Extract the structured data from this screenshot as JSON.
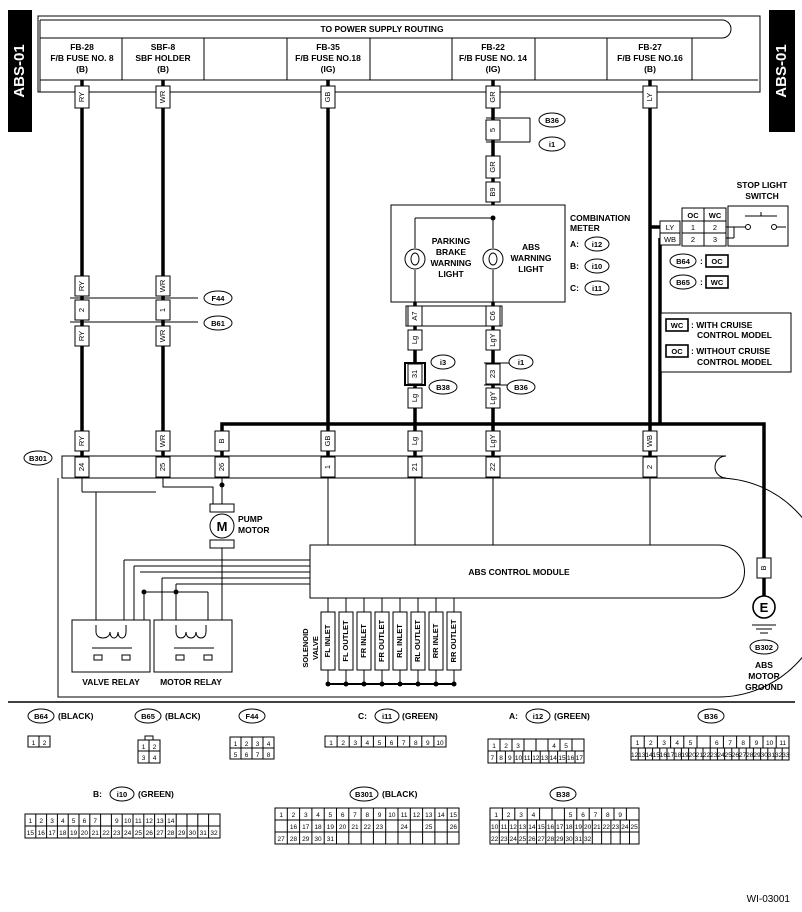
{
  "side_tab": "ABS-01",
  "top_header": "TO POWER SUPPLY ROUTING",
  "fuses": [
    {
      "line1": "FB-28",
      "line2": "F/B FUSE NO. 8",
      "line3": "(B)"
    },
    {
      "line1": "SBF-8",
      "line2": "SBF HOLDER",
      "line3": "(B)"
    },
    {
      "line1": "FB-35",
      "line2": "F/B FUSE NO.18",
      "line3": "(IG)"
    },
    {
      "line1": "FB-22",
      "line2": "F/B FUSE NO. 14",
      "line3": "(IG)"
    },
    {
      "line1": "FB-27",
      "line2": "F/B FUSE NO.16",
      "line3": "(B)"
    }
  ],
  "wires": {
    "ry": "RY",
    "wr": "WR",
    "gb": "GB",
    "gr": "GR",
    "ly": "LY",
    "lg": "Lg",
    "lgy": "LgY",
    "b": "B",
    "wb": "WB"
  },
  "connectors": {
    "b36": "B36",
    "i1": "i1",
    "f44": "F44",
    "b61": "B61",
    "i3": "i3",
    "b38": "B38",
    "b301": "B301",
    "b302": "B302",
    "b64": "B64",
    "b65": "B65",
    "i12": "i12",
    "i10": "i10",
    "i11": "i11"
  },
  "pins": {
    "p5": "5",
    "b9": "B9",
    "p2": "2",
    "p1": "1",
    "a7": "A7",
    "c6": "C6",
    "p31": "31",
    "p23": "23",
    "p24": "24",
    "p25": "25",
    "p26": "26",
    "p21": "21",
    "p22": "22"
  },
  "combination_meter": {
    "title1": "COMBINATION",
    "title2": "METER",
    "a": "A:",
    "b": "B:",
    "c": "C:",
    "parking1": "PARKING",
    "parking2": "BRAKE",
    "parking3": "WARNING",
    "parking4": "LIGHT",
    "abs1": "ABS",
    "abs2": "WARNING",
    "abs3": "LIGHT"
  },
  "stop_light": {
    "title1": "STOP LIGHT",
    "title2": "SWITCH",
    "oc": "OC",
    "wc": "WC",
    "r1a": "1",
    "r1b": "2",
    "r2a": "2",
    "r2b": "3"
  },
  "legend": {
    "wc_key": "WC",
    "wc_text1": ": WITH CRUISE",
    "wc_text2": "CONTROL MODEL",
    "oc_key": "OC",
    "oc_text1": ": WITHOUT CRUISE",
    "oc_text2": "CONTROL MODEL"
  },
  "module": {
    "title": "ABS CONTROL MODULE",
    "pump1": "PUMP",
    "pump2": "MOTOR",
    "m": "M",
    "valve_relay": "VALVE RELAY",
    "motor_relay": "MOTOR RELAY",
    "solenoid1": "SOLENOID",
    "solenoid2": "VALVE",
    "valves": [
      "FL INLET",
      "FL OUTLET",
      "FR INLET",
      "FR OUTLET",
      "RL INLET",
      "RL OUTLET",
      "RR INLET",
      "RR OUTLET"
    ]
  },
  "ground": {
    "e": "E",
    "line1": "ABS",
    "line2": "MOTOR",
    "line3": "GROUND"
  },
  "colors": {
    "black": "(BLACK)",
    "green": "(GREEN)"
  },
  "prefix": {
    "c": "C:",
    "a": "A:",
    "b": "B:"
  },
  "code": "WI-03001"
}
